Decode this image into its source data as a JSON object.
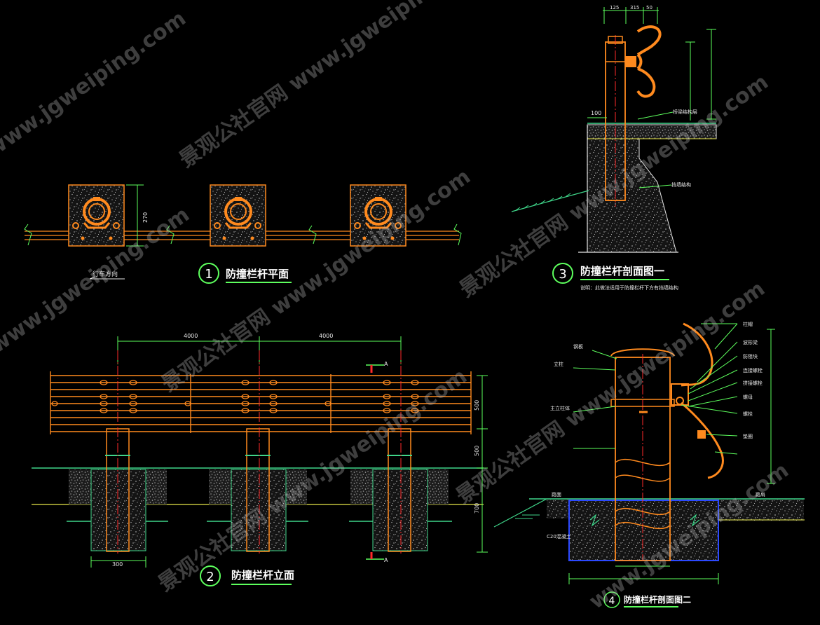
{
  "colors": {
    "background": "#000000",
    "steel": "#ff8a1e",
    "dimension": "#5dff5d",
    "centerline": "#ff2a2a",
    "ground": "#3fd68a",
    "yellow_line": "#e8e84a",
    "concrete": "#b8b8b8"
  },
  "view1": {
    "number": "1",
    "title": "防撞栏杆平面",
    "direction_label": "行车方向",
    "dim_height": "270"
  },
  "view2": {
    "number": "2",
    "title": "防撞栏杆立面",
    "dim_span_left": "4000",
    "dim_span_right": "4000",
    "dim_right_top": "500",
    "dim_right_mid": "500",
    "dim_right_bottom": "700",
    "dim_footing": "300",
    "section_mark": "A"
  },
  "view3": {
    "number": "3",
    "title": "防撞栏杆剖面图一",
    "note": "说明：此做法适用于防撞栏杆下方有挡墙结构",
    "dim_offset": "100",
    "dim_top_a": "125",
    "dim_top_b": "315",
    "dim_top_c": "50",
    "lbl_surface": "桥梁结构层",
    "lbl_wall": "挡墙结构"
  },
  "view4": {
    "number": "4",
    "title": "防撞栏杆剖面图二",
    "labels": [
      "柱帽",
      "钢板",
      "立柱",
      "主立柱体",
      "波形梁",
      "防阻块",
      "连接螺栓",
      "拼接螺栓",
      "螺母",
      "螺栓",
      "垫圈",
      "C20混凝土",
      "路面",
      "路肩"
    ]
  },
  "watermark": {
    "text_a": "景观公社官网 www.jgweiping.com",
    "text_b": "www.jgweiping.com"
  }
}
